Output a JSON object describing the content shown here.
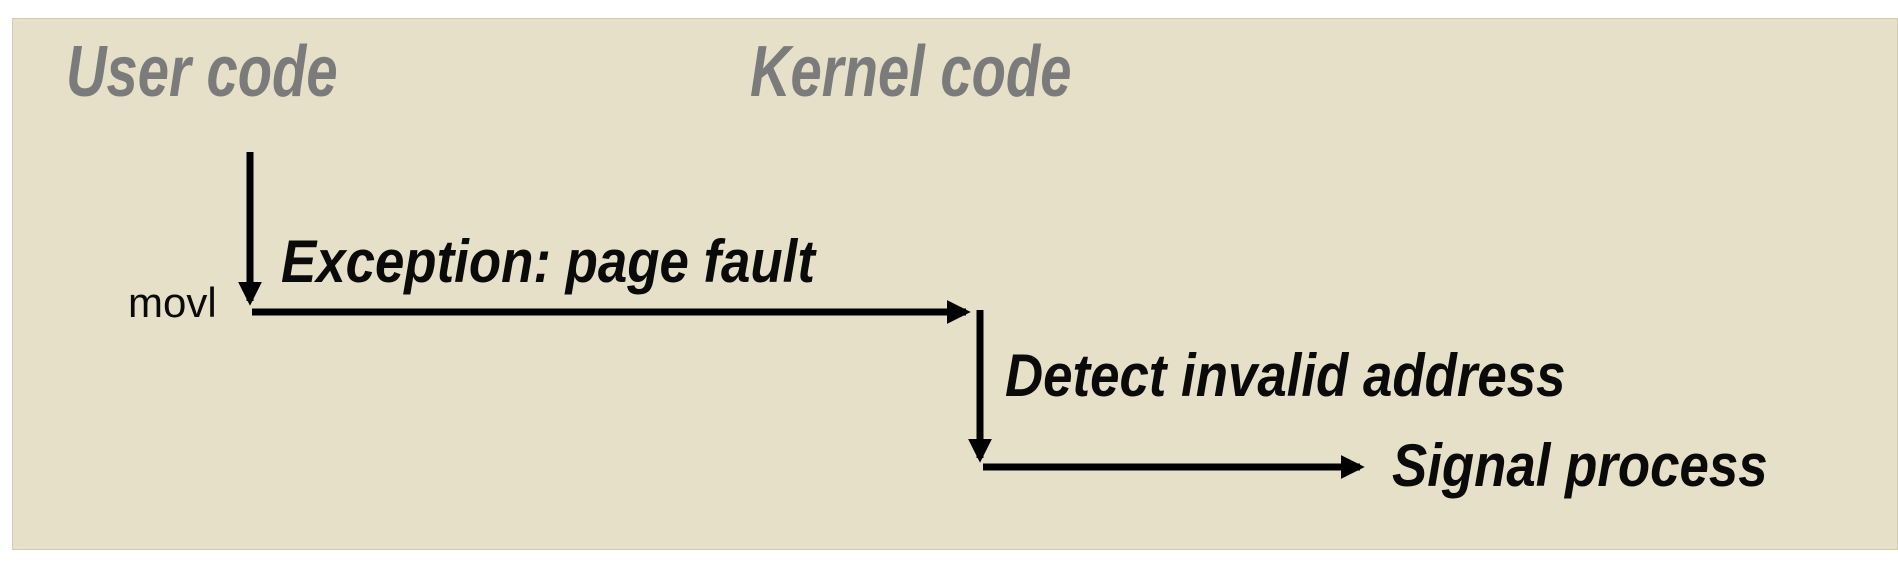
{
  "page": {
    "background_color": "#ffffff"
  },
  "diagram": {
    "background_color": "#e7e0c9",
    "line_color": "#000000",
    "header_text_color": "#7b7b7b",
    "label_text_color": "#0a0a0a",
    "headers": {
      "user": {
        "label": "User code"
      },
      "kernel": {
        "label": "Kernel code"
      }
    },
    "labels": {
      "instruction": "movl",
      "exception": "Exception: page fault",
      "detect": "Detect invalid address",
      "signal": "Signal process"
    },
    "arrows": [
      {
        "name": "user-code-down-arrow",
        "meaning": "control flow from user code down to faulting instruction"
      },
      {
        "name": "exception-arrow",
        "meaning": "exception transfers control to kernel"
      },
      {
        "name": "detect-down-arrow",
        "meaning": "kernel detects invalid address"
      },
      {
        "name": "signal-arrow",
        "meaning": "kernel signals the process"
      }
    ]
  }
}
